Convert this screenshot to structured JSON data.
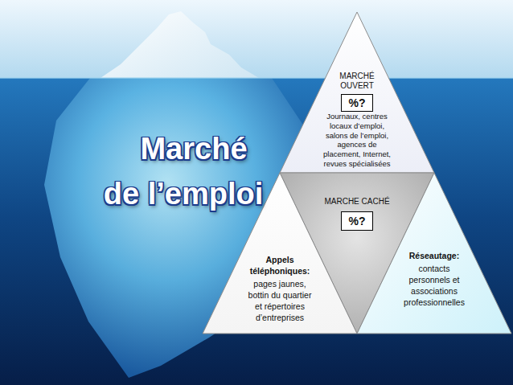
{
  "diagram": {
    "title": "Marché de l’emploi",
    "nodes": [
      {
        "text": [
          "MARCHÉ OUVERT",
          "Journaux, centres locaux d’emploi, salons de l’emploi, agences de placement, Internet, revues spécialisées"
        ]
      },
      {
        "text": [
          "%?"
        ],
        "in": 0
      },
      {
        "text": [
          "MARCHE CACHÉ"
        ]
      },
      {
        "text": [
          "%?"
        ],
        "in": 2
      },
      {
        "text": [
          "Appels téléphoniques:",
          "pages jaunes, bottin du quartier et répertoires d’entreprises"
        ]
      },
      {
        "text": [
          "Réseautage:",
          "contacts personnels et associations professionnelles"
        ]
      }
    ]
  }
}
